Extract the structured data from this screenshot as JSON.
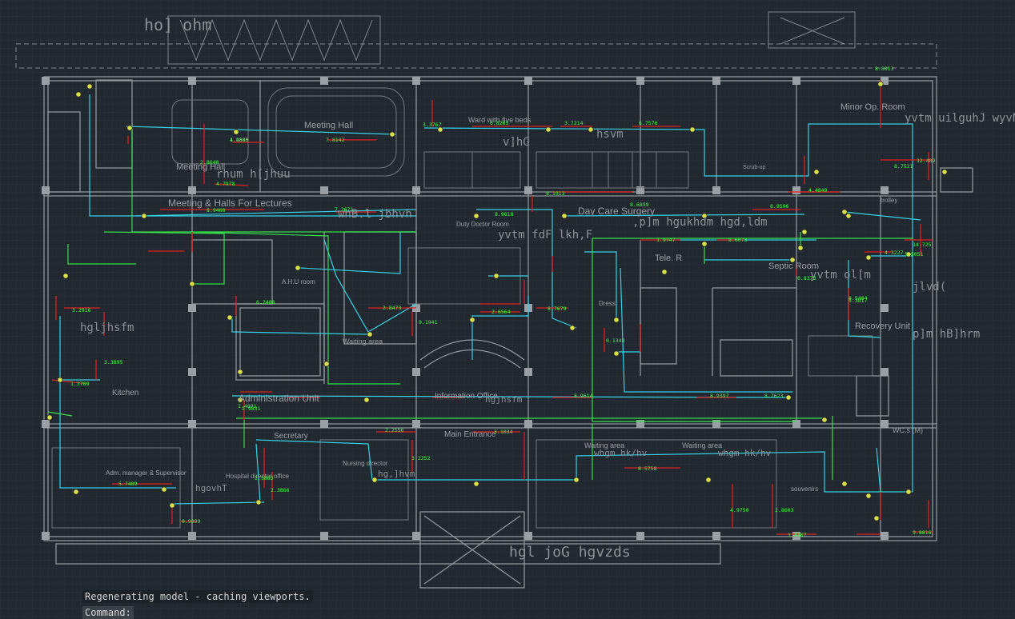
{
  "app": {
    "background": "#212830",
    "grid_color": "#2a323b"
  },
  "colors": {
    "wall": "#8f969c",
    "wire_cyan": "#35d3e6",
    "wire_green": "#38e04a",
    "dim_red": "#e02020",
    "label_green": "#3cff3c",
    "room_text": "#9aa0a5"
  },
  "rooms": [
    {
      "id": "meeting-hall",
      "text": "Meeting Hall"
    },
    {
      "id": "meeting-hall-2",
      "text": "Meeting Hall"
    },
    {
      "id": "meeting-halls-lectures",
      "text": "Meeting & Halls For Lectures"
    },
    {
      "id": "ward-five-beds",
      "text": "Ward with five beds"
    },
    {
      "id": "day-care-surgery",
      "text": "Day Care Surgery"
    },
    {
      "id": "minor-op-room",
      "text": "Minor Op. Room"
    },
    {
      "id": "duty-doctor-room",
      "text": "Duty Doctor Room"
    },
    {
      "id": "ahu-room",
      "text": "A.H.U room"
    },
    {
      "id": "waiting-area-1",
      "text": "Waiting area"
    },
    {
      "id": "tele-r",
      "text": "Tele. R"
    },
    {
      "id": "septic-room",
      "text": "Septic Room"
    },
    {
      "id": "recovery-unit",
      "text": "Recovery Unit"
    },
    {
      "id": "kitchen",
      "text": "Kitchen"
    },
    {
      "id": "administration-unit",
      "text": "Administration Unit"
    },
    {
      "id": "information-office",
      "text": "Information Office"
    },
    {
      "id": "secretary",
      "text": "Secretary"
    },
    {
      "id": "main-entrance",
      "text": "Main Entrance"
    },
    {
      "id": "waiting-area-2",
      "text": "Waiting area"
    },
    {
      "id": "waiting-area-3",
      "text": "Waiting area"
    },
    {
      "id": "adm-manager",
      "text": "Adm. manager & Supervisor"
    },
    {
      "id": "nursing-director",
      "text": "Nursing director"
    },
    {
      "id": "hospital-director",
      "text": "Hospital director office"
    },
    {
      "id": "souvenirs",
      "text": "souvenirs"
    },
    {
      "id": "wc-m",
      "text": "WC.s (M)"
    },
    {
      "id": "trolley",
      "text": "trolley"
    },
    {
      "id": "scrub-up",
      "text": "Scrub-up"
    },
    {
      "id": "dress",
      "text": "Dress"
    }
  ],
  "garbled_text": [
    {
      "id": "g1",
      "text": "ho] ohm"
    },
    {
      "id": "g2",
      "text": "yvtm uilguhJ  wyvN"
    },
    {
      "id": "g3",
      "text": "rhum h[jhuu"
    },
    {
      "id": "g4",
      "text": "whB.l jbhvh"
    },
    {
      "id": "g5",
      "text": ",p]m  hgukhdm  hgd,ldm"
    },
    {
      "id": "g6",
      "text": "yvtm  ol[m"
    },
    {
      "id": "g7",
      "text": "p]m  hB]hrm"
    },
    {
      "id": "g8",
      "text": "hgl joG  hgvzds"
    },
    {
      "id": "g9",
      "text": "whgm  hk/hv"
    },
    {
      "id": "g10",
      "text": "whgm  hk/hv"
    },
    {
      "id": "g11",
      "text": "yvtm  fdF  lkh,F"
    },
    {
      "id": "g12",
      "text": "v]hG"
    },
    {
      "id": "g13",
      "text": "hsvm"
    },
    {
      "id": "g14",
      "text": "hgljhsfm"
    },
    {
      "id": "g15",
      "text": "jlvd("
    },
    {
      "id": "g16",
      "text": "hgjhsfm"
    },
    {
      "id": "g17",
      "text": "hgovhT"
    },
    {
      "id": "g18",
      "text": "hg,]hvm"
    }
  ],
  "dimensions": [
    "4.5895",
    "7.8142",
    "8.9460",
    "7.2671",
    "8.9818",
    "4.7978",
    "2.8640",
    "3.3767",
    "6.8265",
    "3.7214",
    "6.7576",
    "8.9596",
    "8.6899",
    "8.1913",
    "1.9747",
    "8.6073",
    "0.8373",
    "14.725",
    "12.489",
    "4.4849",
    "5.5051",
    "8.5484",
    "8.7623",
    "8.9397",
    "8.9614",
    "3.1034",
    "2.2556",
    "8.5758",
    "4.9750",
    "5.3817",
    "2.8473",
    "9.1941",
    "2.6564",
    "8.7679",
    "5.7489",
    "0.9899",
    "1.4891",
    "2.9831",
    "6.2408",
    "2.5883",
    "4.3227",
    "8.8013",
    "0.1348",
    "8.7521",
    "9.8816",
    "1.4387",
    "2.8603",
    "2.3866",
    "3.2252",
    "3.2916",
    "3.3895",
    "1.3789",
    "1.4560"
  ],
  "command_line": {
    "history": "Regenerating model - caching viewports.",
    "prompt": "Command:"
  }
}
